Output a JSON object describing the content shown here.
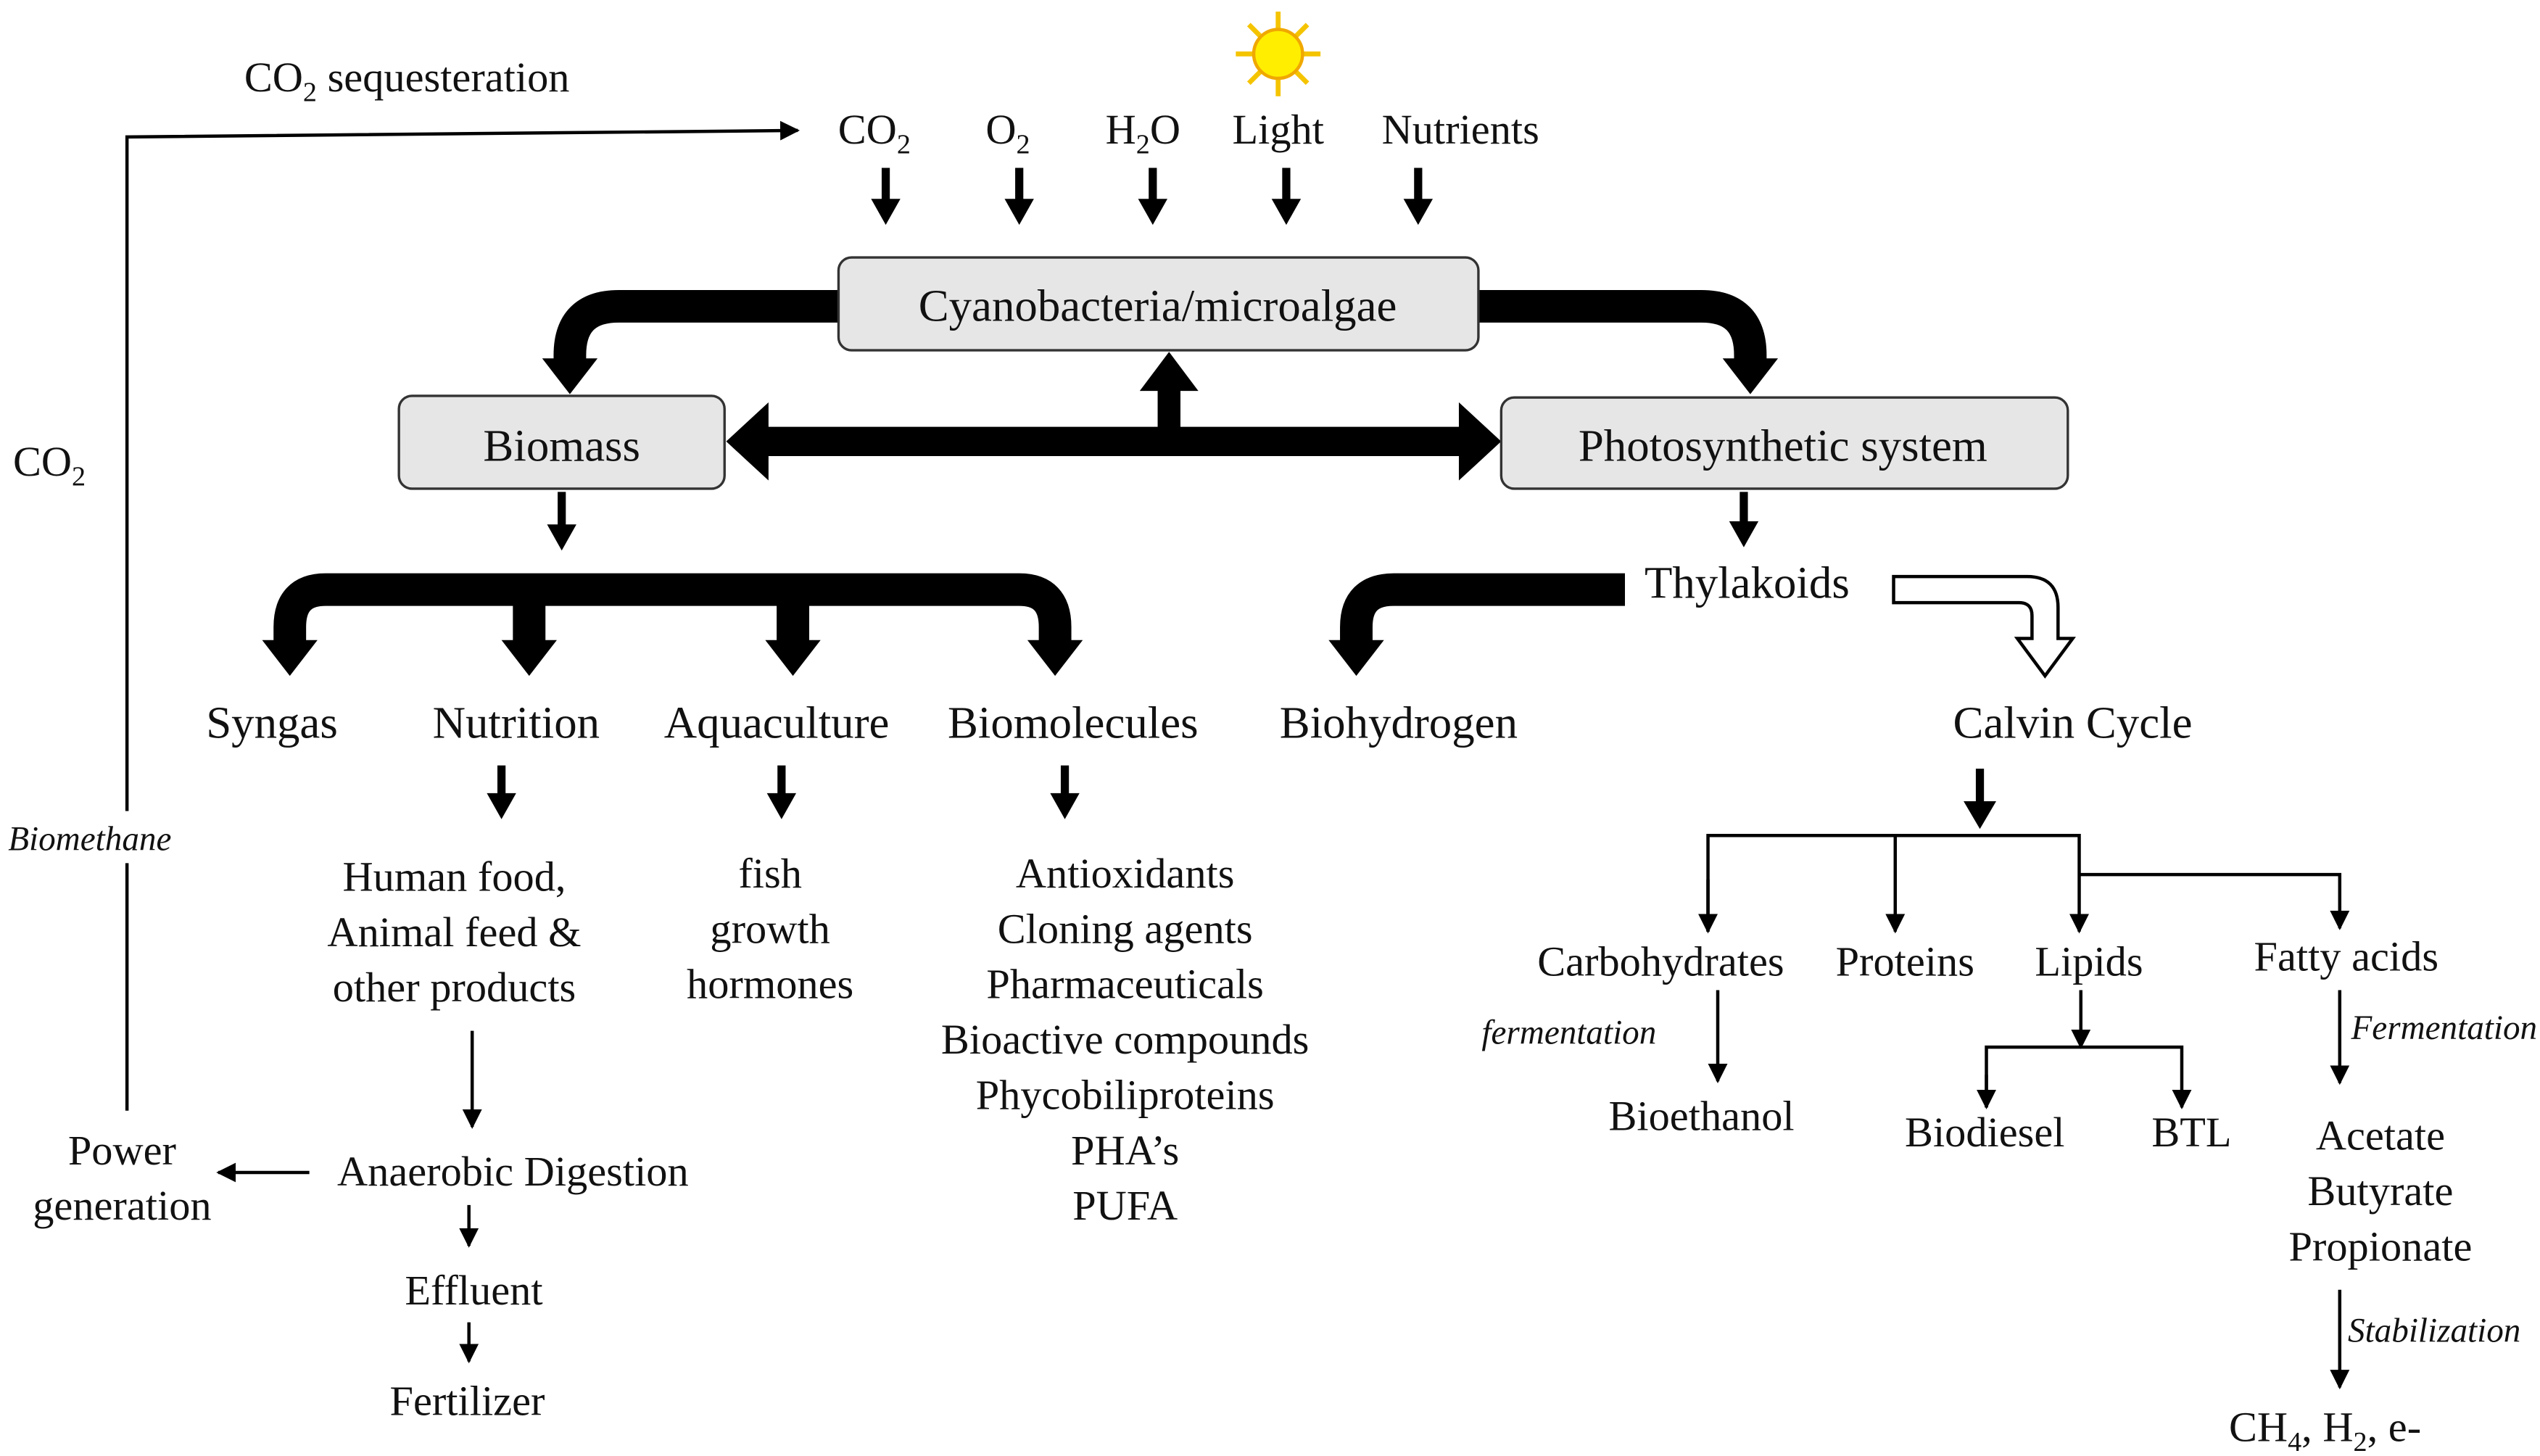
{
  "colors": {
    "box_fill": "#e6e6e6",
    "sun": "#ffd700",
    "sun_center": "#ffee00"
  },
  "loop": {
    "co2_seq_a": "CO",
    "co2_seq_sub": "2",
    "co2_seq_b": " sequesteration",
    "co2_a": "CO",
    "co2_sub": "2",
    "biomethane": "Biomethane"
  },
  "inputs": {
    "co2_a": "CO",
    "co2_sub": "2",
    "o2_a": "O",
    "o2_sub": "2",
    "h2o_a": "H",
    "h2o_sub": "2",
    "h2o_b": "O",
    "light": "Light",
    "nutrients": "Nutrients",
    "sun_icon": "sun-icon"
  },
  "boxes": {
    "cyano": "Cyanobacteria/microalgae",
    "biomass": "Biomass",
    "photo": "Photosynthetic system"
  },
  "thylakoids": "Thylakoids",
  "products": {
    "syngas": "Syngas",
    "nutrition": "Nutrition",
    "aquaculture": "Aquaculture",
    "biomolecules": "Biomolecules",
    "biohydrogen": "Biohydrogen",
    "calvin": "Calvin Cycle"
  },
  "nutrition_items": [
    "Human food,",
    "Animal feed &",
    "other products"
  ],
  "aquaculture_items": [
    "fish",
    "growth",
    "hormones"
  ],
  "biomolecule_items": [
    "Antioxidants",
    "Cloning agents",
    "Pharmaceuticals",
    "Bioactive compounds",
    "Phycobiliproteins",
    "PHA’s",
    "PUFA"
  ],
  "digestion": {
    "anaerobic": "Anaerobic Digestion",
    "power1": "Power",
    "power2": "generation",
    "effluent": "Effluent",
    "fertilizer": "Fertilizer"
  },
  "calvin": {
    "carbohydrates": "Carbohydrates",
    "proteins": "Proteins",
    "lipids": "Lipids",
    "fatty": "Fatty acids",
    "fermentation1": "fermentation",
    "bioethanol": "Bioethanol",
    "biodiesel": "Biodiesel",
    "btl": "BTL",
    "fermentation2": "Fermentation",
    "acids": [
      "Acetate",
      "Butyrate",
      "Propionate"
    ],
    "stabilization": "Stabilization",
    "final_a": "CH",
    "final_sub1": "4",
    "final_b": ", H",
    "final_sub2": "2",
    "final_c": ", e-"
  }
}
